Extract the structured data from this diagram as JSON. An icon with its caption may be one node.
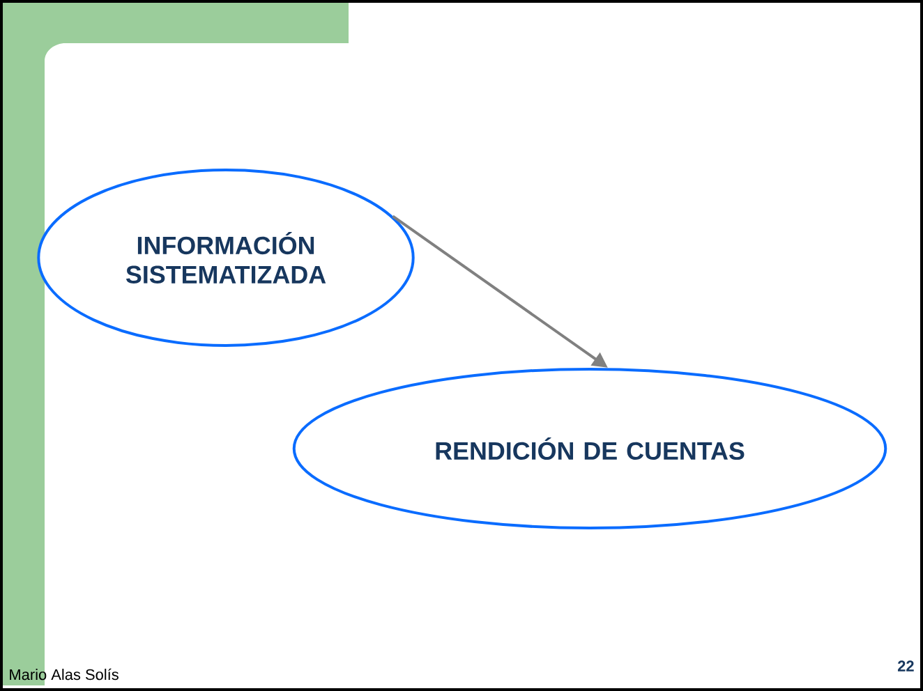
{
  "diagram": {
    "nodes": [
      {
        "text": [
          "INFORMACIÓN SISTEMATIZADA"
        ]
      },
      {
        "text": [
          "RENDICIÓN DE CUENTAS"
        ]
      }
    ],
    "edges": [
      {
        "from": 0,
        "to": 1,
        "arrow": "to"
      }
    ],
    "labels": [
      "Mario Alas Solís",
      "22"
    ]
  }
}
